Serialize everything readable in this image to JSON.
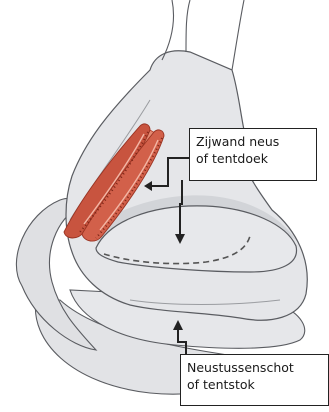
{
  "labels": {
    "side_wall": {
      "line1": "Zijwand neus",
      "line2": "of tentdoek"
    },
    "septum": {
      "line1": "Neustussenschot",
      "line2": "of tentstok"
    }
  },
  "colors": {
    "skin": "#e4e5e8",
    "skin_shadow": "#cfd1d5",
    "outline": "#55575c",
    "cartilage_red": "#c8543f",
    "cartilage_light": "#e48a72",
    "dashed_line": "#555555",
    "arrow": "#222222"
  }
}
